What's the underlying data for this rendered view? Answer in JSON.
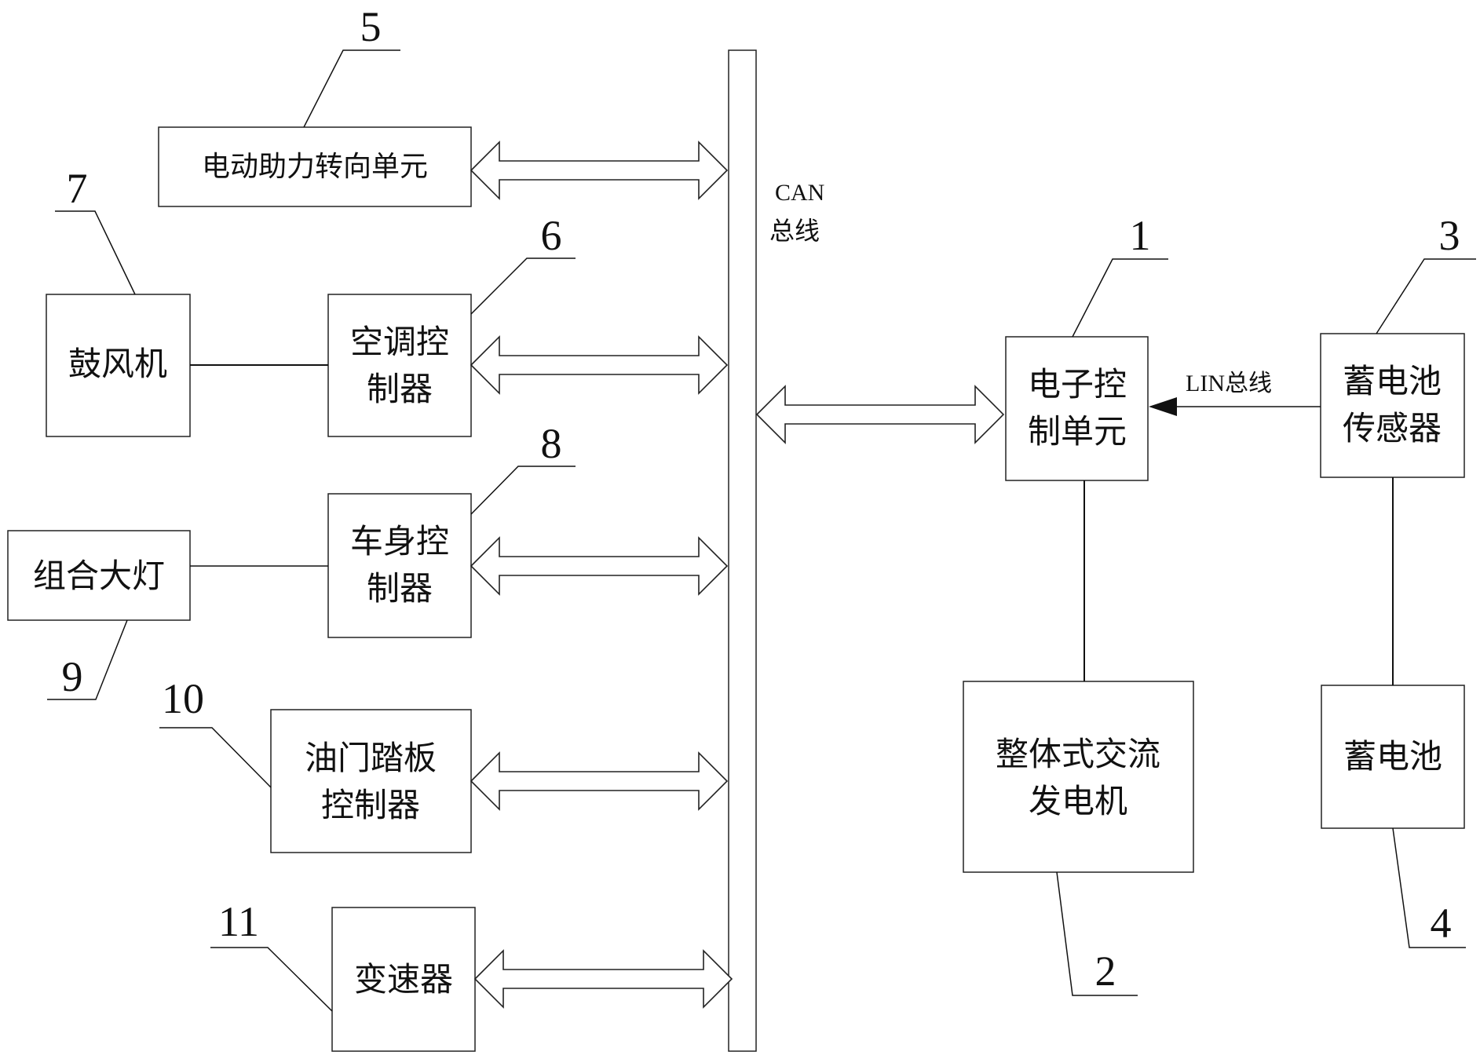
{
  "diagram": {
    "can_bus": {
      "label_line1": "CAN",
      "label_line2": "总线"
    },
    "lin_bus": {
      "label": "LIN总线"
    },
    "components": [
      {
        "id": "ecu",
        "number": "1",
        "lines": [
          "电子控",
          "制单元"
        ]
      },
      {
        "id": "alternator",
        "number": "2",
        "lines": [
          "整体式交流",
          "发电机"
        ]
      },
      {
        "id": "battery-sensor",
        "number": "3",
        "lines": [
          "蓄电池",
          "传感器"
        ]
      },
      {
        "id": "battery",
        "number": "4",
        "lines": [
          "蓄电池"
        ]
      },
      {
        "id": "eps",
        "number": "5",
        "lines": [
          "电动助力转向单元"
        ]
      },
      {
        "id": "ac-controller",
        "number": "6",
        "lines": [
          "空调控",
          "制器"
        ]
      },
      {
        "id": "blower",
        "number": "7",
        "lines": [
          "鼓风机"
        ]
      },
      {
        "id": "body-controller",
        "number": "8",
        "lines": [
          "车身控",
          "制器"
        ]
      },
      {
        "id": "headlight",
        "number": "9",
        "lines": [
          "组合大灯"
        ]
      },
      {
        "id": "throttle-controller",
        "number": "10",
        "lines": [
          "油门踏板",
          "控制器"
        ]
      },
      {
        "id": "transmission",
        "number": "11",
        "lines": [
          "变速器"
        ]
      }
    ],
    "connections": [
      {
        "from": "eps",
        "to": "can-bus",
        "type": "bidirectional"
      },
      {
        "from": "ac-controller",
        "to": "can-bus",
        "type": "bidirectional"
      },
      {
        "from": "body-controller",
        "to": "can-bus",
        "type": "bidirectional"
      },
      {
        "from": "throttle-controller",
        "to": "can-bus",
        "type": "bidirectional"
      },
      {
        "from": "transmission",
        "to": "can-bus",
        "type": "bidirectional"
      },
      {
        "from": "can-bus",
        "to": "ecu",
        "type": "bidirectional"
      },
      {
        "from": "battery-sensor",
        "to": "ecu",
        "type": "directed",
        "via": "LIN总线"
      },
      {
        "from": "blower",
        "to": "ac-controller",
        "type": "line"
      },
      {
        "from": "headlight",
        "to": "body-controller",
        "type": "line"
      },
      {
        "from": "ecu",
        "to": "alternator",
        "type": "line"
      },
      {
        "from": "battery-sensor",
        "to": "battery",
        "type": "line"
      }
    ]
  }
}
